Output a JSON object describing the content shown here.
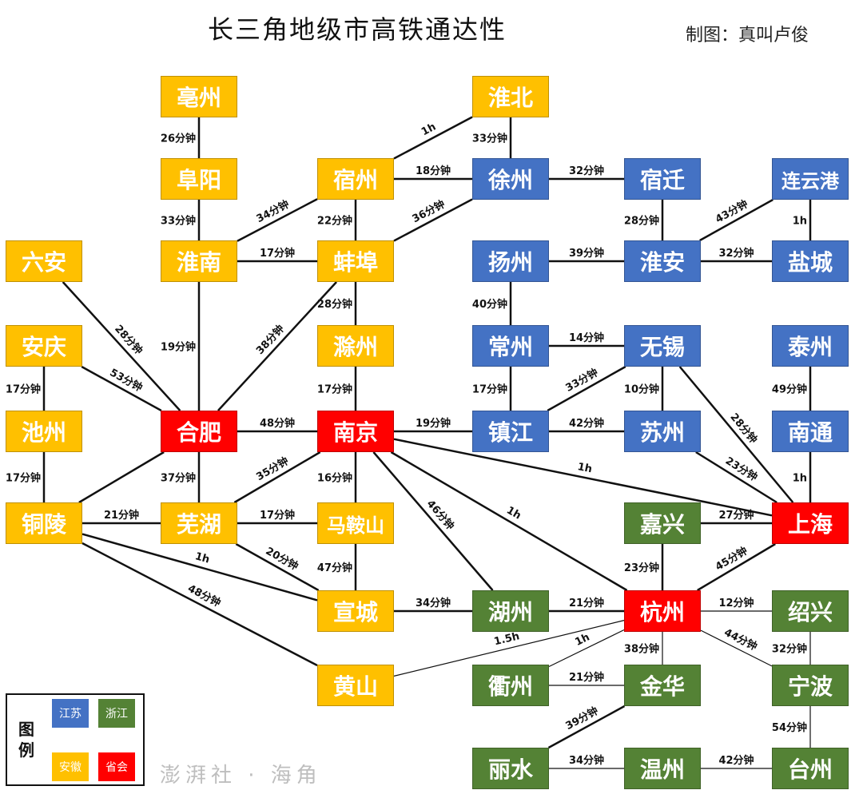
{
  "header": {
    "title": "长三角地级市高铁通达性",
    "author": "制图：真叫卢俊"
  },
  "colors": {
    "jiangsu": "#4472C4",
    "zhejiang": "#548235",
    "anhui": "#FFC000",
    "capital": "#FF0000"
  },
  "legend": {
    "title": "图例",
    "items": [
      {
        "label": "江苏",
        "color": "#4472C4"
      },
      {
        "label": "浙江",
        "color": "#548235"
      },
      {
        "label": "安徽",
        "color": "#FFC000"
      },
      {
        "label": "省会",
        "color": "#FF0000"
      }
    ]
  },
  "nodes": [
    {
      "id": "bozhou",
      "name": "亳州",
      "province": "anhui"
    },
    {
      "id": "huaibei",
      "name": "淮北",
      "province": "anhui"
    },
    {
      "id": "fuyang",
      "name": "阜阳",
      "province": "anhui"
    },
    {
      "id": "suzhou_ah",
      "name": "宿州",
      "province": "anhui"
    },
    {
      "id": "xuzhou",
      "name": "徐州",
      "province": "jiangsu"
    },
    {
      "id": "suqian",
      "name": "宿迁",
      "province": "jiangsu"
    },
    {
      "id": "lianyungang",
      "name": "连云港",
      "province": "jiangsu"
    },
    {
      "id": "luan",
      "name": "六安",
      "province": "anhui"
    },
    {
      "id": "huainan",
      "name": "淮南",
      "province": "anhui"
    },
    {
      "id": "bengbu",
      "name": "蚌埠",
      "province": "anhui"
    },
    {
      "id": "yangzhou",
      "name": "扬州",
      "province": "jiangsu"
    },
    {
      "id": "huaian",
      "name": "淮安",
      "province": "jiangsu"
    },
    {
      "id": "yancheng",
      "name": "盐城",
      "province": "jiangsu"
    },
    {
      "id": "anqing",
      "name": "安庆",
      "province": "anhui"
    },
    {
      "id": "chuzhou",
      "name": "滁州",
      "province": "anhui"
    },
    {
      "id": "changzhou",
      "name": "常州",
      "province": "jiangsu"
    },
    {
      "id": "wuxi",
      "name": "无锡",
      "province": "jiangsu"
    },
    {
      "id": "taizhou_js",
      "name": "泰州",
      "province": "jiangsu"
    },
    {
      "id": "chizhou",
      "name": "池州",
      "province": "anhui"
    },
    {
      "id": "hefei",
      "name": "合肥",
      "province": "capital"
    },
    {
      "id": "nanjing",
      "name": "南京",
      "province": "capital"
    },
    {
      "id": "zhenjiang",
      "name": "镇江",
      "province": "jiangsu"
    },
    {
      "id": "suzhou_js",
      "name": "苏州",
      "province": "jiangsu"
    },
    {
      "id": "nantong",
      "name": "南通",
      "province": "jiangsu"
    },
    {
      "id": "tongling",
      "name": "铜陵",
      "province": "anhui"
    },
    {
      "id": "wuhu",
      "name": "芜湖",
      "province": "anhui"
    },
    {
      "id": "maanshan",
      "name": "马鞍山",
      "province": "anhui"
    },
    {
      "id": "jiaxing",
      "name": "嘉兴",
      "province": "zhejiang"
    },
    {
      "id": "shanghai",
      "name": "上海",
      "province": "capital"
    },
    {
      "id": "xuancheng",
      "name": "宣城",
      "province": "anhui"
    },
    {
      "id": "huzhou",
      "name": "湖州",
      "province": "zhejiang"
    },
    {
      "id": "hangzhou",
      "name": "杭州",
      "province": "capital"
    },
    {
      "id": "shaoxing",
      "name": "绍兴",
      "province": "zhejiang"
    },
    {
      "id": "huangshan",
      "name": "黄山",
      "province": "anhui"
    },
    {
      "id": "quzhou",
      "name": "衢州",
      "province": "zhejiang"
    },
    {
      "id": "jinhua",
      "name": "金华",
      "province": "zhejiang"
    },
    {
      "id": "ningbo",
      "name": "宁波",
      "province": "zhejiang"
    },
    {
      "id": "lishui",
      "name": "丽水",
      "province": "zhejiang"
    },
    {
      "id": "wenzhou",
      "name": "温州",
      "province": "zhejiang"
    },
    {
      "id": "taizhou_zj",
      "name": "台州",
      "province": "zhejiang"
    }
  ],
  "edges": [
    {
      "from": "bozhou",
      "to": "fuyang",
      "time": "26分钟"
    },
    {
      "from": "huaibei",
      "to": "suzhou_ah",
      "time": "1h"
    },
    {
      "from": "huaibei",
      "to": "xuzhou",
      "time": "33分钟"
    },
    {
      "from": "fuyang",
      "to": "huainan",
      "time": "33分钟"
    },
    {
      "from": "suzhou_ah",
      "to": "huainan",
      "time": "34分钟"
    },
    {
      "from": "suzhou_ah",
      "to": "xuzhou",
      "time": "18分钟"
    },
    {
      "from": "suzhou_ah",
      "to": "bengbu",
      "time": "22分钟"
    },
    {
      "from": "xuzhou",
      "to": "bengbu",
      "time": "36分钟"
    },
    {
      "from": "xuzhou",
      "to": "suqian",
      "time": "32分钟"
    },
    {
      "from": "suqian",
      "to": "huaian",
      "time": "28分钟"
    },
    {
      "from": "lianyungang",
      "to": "huaian",
      "time": "43分钟"
    },
    {
      "from": "lianyungang",
      "to": "yancheng",
      "time": "1h"
    },
    {
      "from": "huainan",
      "to": "bengbu",
      "time": "17分钟"
    },
    {
      "from": "huainan",
      "to": "hefei",
      "time": "19分钟"
    },
    {
      "from": "luan",
      "to": "hefei",
      "time": "28分钟"
    },
    {
      "from": "bengbu",
      "to": "hefei",
      "time": "38分钟"
    },
    {
      "from": "bengbu",
      "to": "chuzhou",
      "time": "28分钟"
    },
    {
      "from": "yangzhou",
      "to": "huaian",
      "time": "39分钟"
    },
    {
      "from": "huaian",
      "to": "yancheng",
      "time": "32分钟"
    },
    {
      "from": "yangzhou",
      "to": "changzhou",
      "time": "40分钟"
    },
    {
      "from": "anqing",
      "to": "hefei",
      "time": "53分钟"
    },
    {
      "from": "anqing",
      "to": "chizhou",
      "time": "17分钟"
    },
    {
      "from": "chuzhou",
      "to": "nanjing",
      "time": "17分钟"
    },
    {
      "from": "changzhou",
      "to": "wuxi",
      "time": "14分钟"
    },
    {
      "from": "changzhou",
      "to": "zhenjiang",
      "time": "17分钟"
    },
    {
      "from": "wuxi",
      "to": "zhenjiang",
      "time": "33分钟"
    },
    {
      "from": "wuxi",
      "to": "suzhou_js",
      "time": "10分钟"
    },
    {
      "from": "wuxi",
      "to": "shanghai",
      "time": "28分钟"
    },
    {
      "from": "taizhou_js",
      "to": "nantong",
      "time": "49分钟"
    },
    {
      "from": "chizhou",
      "to": "tongling",
      "time": "17分钟"
    },
    {
      "from": "hefei",
      "to": "nanjing",
      "time": "48分钟"
    },
    {
      "from": "hefei",
      "to": "tongling",
      "time": ""
    },
    {
      "from": "hefei",
      "to": "wuhu",
      "time": "37分钟"
    },
    {
      "from": "nanjing",
      "to": "zhenjiang",
      "time": "19分钟"
    },
    {
      "from": "nanjing",
      "to": "wuhu",
      "time": "35分钟"
    },
    {
      "from": "nanjing",
      "to": "maanshan",
      "time": "16分钟"
    },
    {
      "from": "nanjing",
      "to": "huzhou",
      "time": "46分钟"
    },
    {
      "from": "nanjing",
      "to": "hangzhou",
      "time": "1h"
    },
    {
      "from": "nanjing",
      "to": "shanghai",
      "time": "1h"
    },
    {
      "from": "zhenjiang",
      "to": "suzhou_js",
      "time": "42分钟"
    },
    {
      "from": "suzhou_js",
      "to": "shanghai",
      "time": "23分钟"
    },
    {
      "from": "nantong",
      "to": "shanghai",
      "time": "1h"
    },
    {
      "from": "tongling",
      "to": "wuhu",
      "time": "21分钟"
    },
    {
      "from": "tongling",
      "to": "xuancheng",
      "time": "1h"
    },
    {
      "from": "tongling",
      "to": "huangshan",
      "time": "48分钟"
    },
    {
      "from": "wuhu",
      "to": "maanshan",
      "time": "17分钟"
    },
    {
      "from": "wuhu",
      "to": "xuancheng",
      "time": "20分钟"
    },
    {
      "from": "maanshan",
      "to": "xuancheng",
      "time": "47分钟"
    },
    {
      "from": "jiaxing",
      "to": "shanghai",
      "time": "27分钟"
    },
    {
      "from": "jiaxing",
      "to": "hangzhou",
      "time": "23分钟"
    },
    {
      "from": "shanghai",
      "to": "hangzhou",
      "time": "45分钟"
    },
    {
      "from": "xuancheng",
      "to": "huzhou",
      "time": "34分钟"
    },
    {
      "from": "huzhou",
      "to": "hangzhou",
      "time": "21分钟"
    },
    {
      "from": "hangzhou",
      "to": "shaoxing",
      "time": "12分钟"
    },
    {
      "from": "hangzhou",
      "to": "ningbo",
      "time": "44分钟"
    },
    {
      "from": "hangzhou",
      "to": "jinhua",
      "time": "38分钟"
    },
    {
      "from": "hangzhou",
      "to": "quzhou",
      "time": "1h"
    },
    {
      "from": "hangzhou",
      "to": "huangshan",
      "time": "1.5h"
    },
    {
      "from": "shaoxing",
      "to": "ningbo",
      "time": "32分钟"
    },
    {
      "from": "quzhou",
      "to": "jinhua",
      "time": "21分钟"
    },
    {
      "from": "jinhua",
      "to": "lishui",
      "time": "39分钟"
    },
    {
      "from": "ningbo",
      "to": "taizhou_zj",
      "time": "54分钟"
    },
    {
      "from": "lishui",
      "to": "wenzhou",
      "time": "34分钟"
    },
    {
      "from": "wenzhou",
      "to": "taizhou_zj",
      "time": "42分钟"
    }
  ],
  "watermark": "澎湃社 · 海角"
}
